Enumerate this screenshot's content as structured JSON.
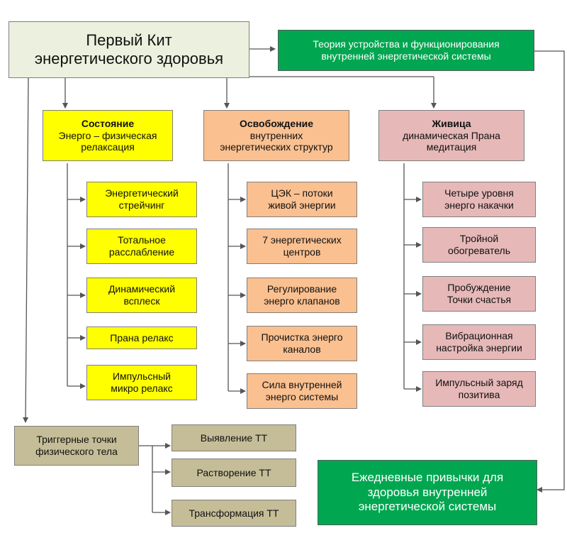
{
  "root": {
    "line1": "Первый Кит",
    "line2": "энергетического здоровья"
  },
  "theory": {
    "line1": "Теория устройства и функционирования",
    "line2": "внутренней энергетической системы"
  },
  "habits": {
    "line1": "Ежедневные привычки для",
    "line2": "здоровья внутренней",
    "line3": "энергетической системы"
  },
  "col1": {
    "title": "Состояние",
    "sub1": "Энерго – физическая",
    "sub2": "релаксация",
    "items": [
      {
        "l1": "Энергетический",
        "l2": "стрейчинг"
      },
      {
        "l1": "Тотальное",
        "l2": "расслабление"
      },
      {
        "l1": "Динамический",
        "l2": "всплеск"
      },
      {
        "l1": "Прана релакс",
        "l2": ""
      },
      {
        "l1": "Импульсный",
        "l2": "микро релакс"
      }
    ]
  },
  "col2": {
    "title": "Освобождение",
    "sub1": "внутренних",
    "sub2": "энергетических структур",
    "items": [
      {
        "l1": "ЦЭК – потоки",
        "l2": "живой энергии"
      },
      {
        "l1": "7 энергетических",
        "l2": "центров"
      },
      {
        "l1": "Регулирование",
        "l2": "энерго клапанов"
      },
      {
        "l1": "Прочистка энерго",
        "l2": "каналов"
      },
      {
        "l1": "Сила внутренней",
        "l2": "энерго системы"
      }
    ]
  },
  "col3": {
    "title": "Живица",
    "sub1": "динамическая Прана",
    "sub2": "медитация",
    "items": [
      {
        "l1": "Четыре уровня",
        "l2": "энерго накачки"
      },
      {
        "l1": "Тройной",
        "l2": "обогреватель"
      },
      {
        "l1": "Пробуждение",
        "l2": "Точки счастья"
      },
      {
        "l1": "Вибрационная",
        "l2": "настройка энергии"
      },
      {
        "l1": "Импульсный заряд",
        "l2": "позитива"
      }
    ]
  },
  "triggers": {
    "line1": "Триггерные точки",
    "line2": "физического тела",
    "items": [
      "Выявление ТТ",
      "Растворение ТТ",
      "Трансформация ТТ"
    ]
  },
  "colors": {
    "yellow": "#ffff00",
    "orange": "#fac090",
    "pink": "#e6b9b8",
    "tan": "#c4bd97",
    "green": "#00a650",
    "root": "#ebf1de"
  }
}
